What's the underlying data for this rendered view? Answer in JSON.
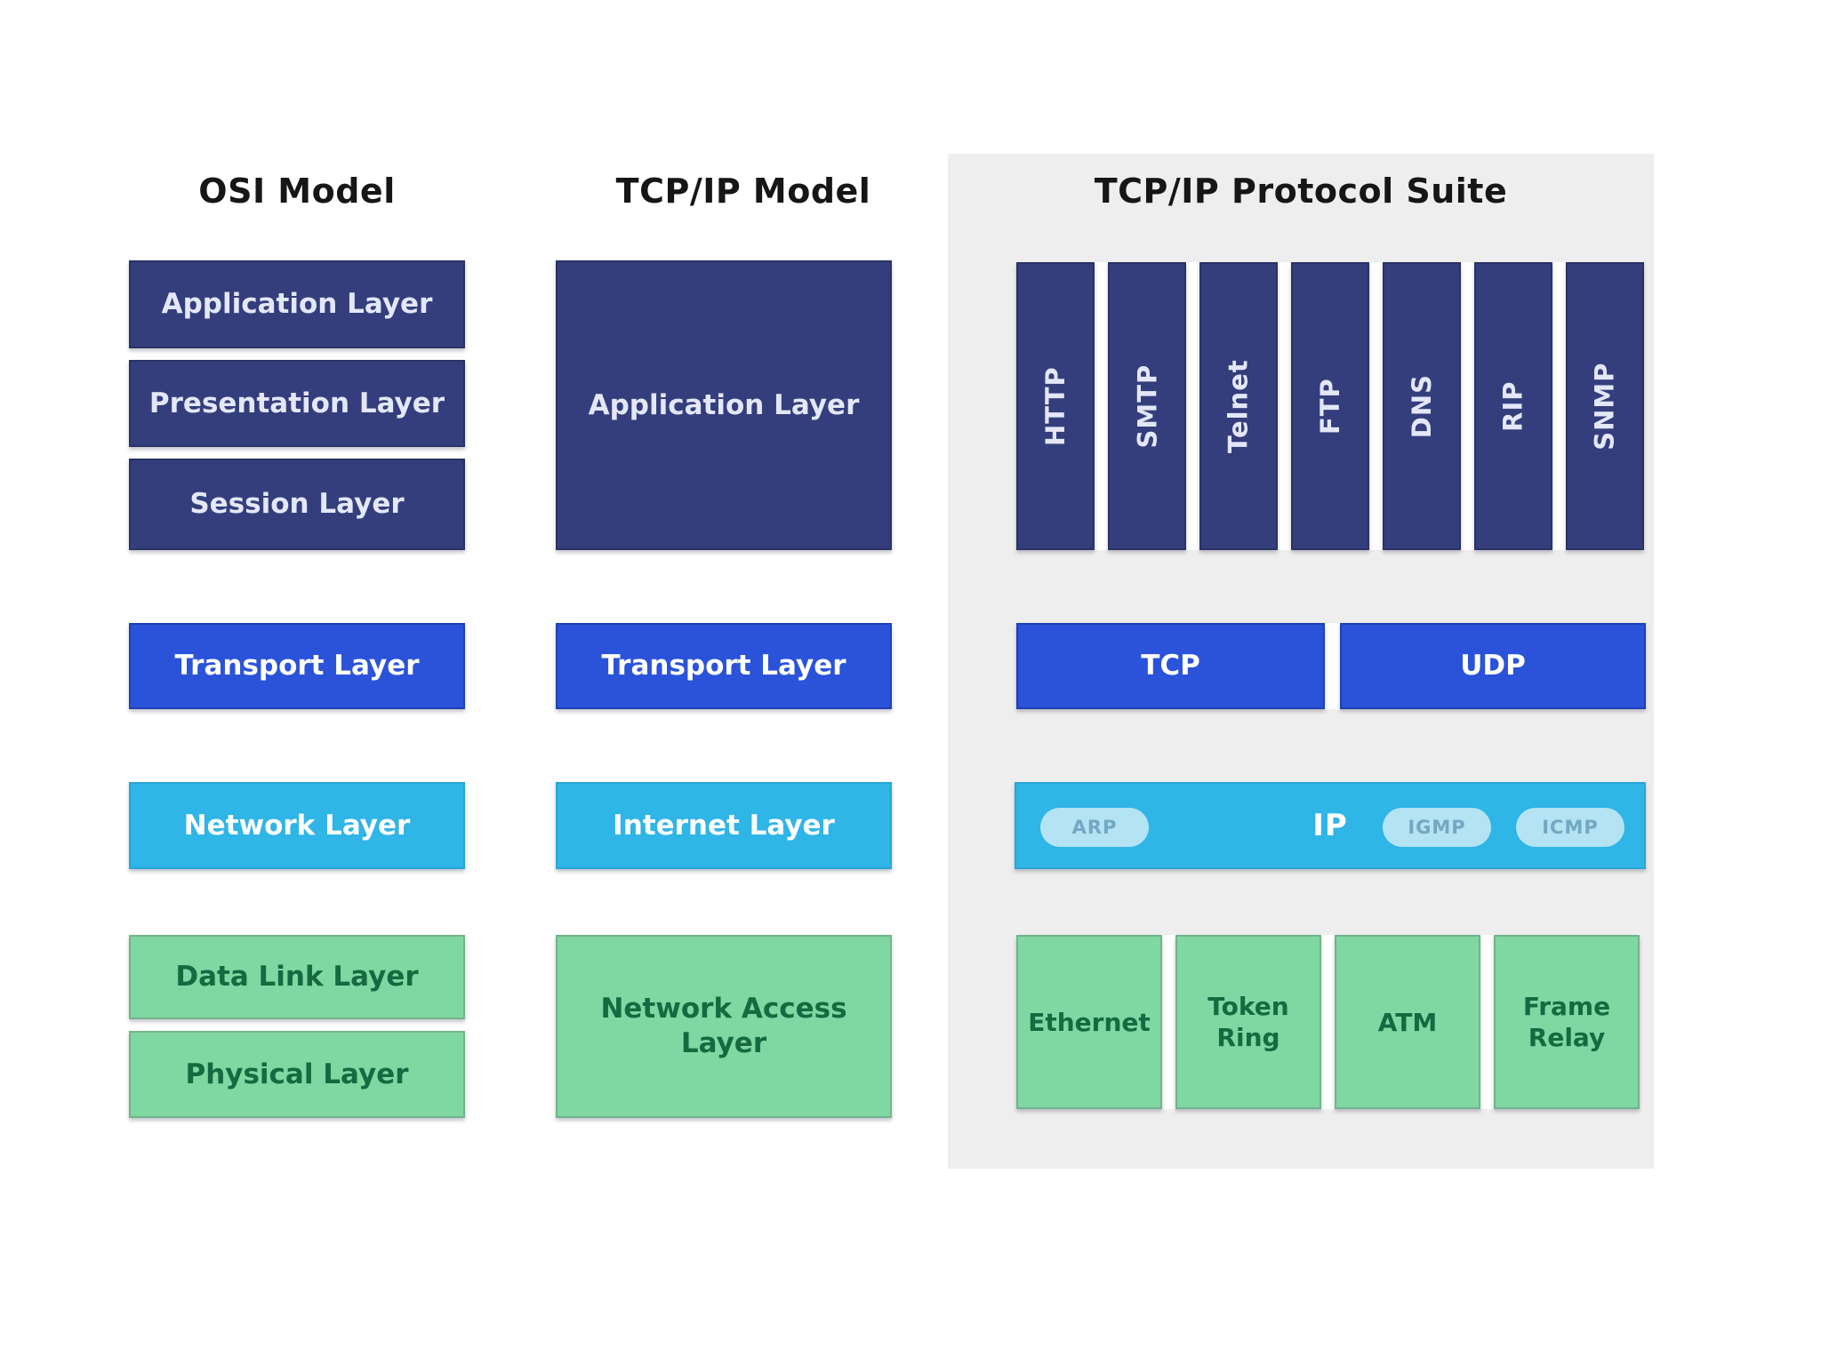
{
  "colors": {
    "navy": "#343e7c",
    "blue": "#2a53d9",
    "cyan": "#2fb5e6",
    "green": "#7fd7a2",
    "green_text": "#156a40",
    "panel_bg": "#efeeee",
    "pill_bg": "#b4e3f3",
    "pill_text": "#73a8c2",
    "title_text": "#161616",
    "navy_text": "#e3e7f7"
  },
  "titles": {
    "osi": "OSI Model",
    "tcpip_model": "TCP/IP Model",
    "protocol_suite": "TCP/IP Protocol Suite"
  },
  "osi_model": {
    "layers": [
      {
        "label": "Application Layer"
      },
      {
        "label": "Presentation Layer"
      },
      {
        "label": "Session Layer"
      },
      {
        "label": "Transport Layer"
      },
      {
        "label": "Network Layer"
      },
      {
        "label": "Data Link Layer"
      },
      {
        "label": "Physical Layer"
      }
    ]
  },
  "tcpip_model": {
    "layers": [
      {
        "label": "Application Layer"
      },
      {
        "label": "Transport Layer"
      },
      {
        "label": "Internet Layer"
      },
      {
        "label": "Network Access Layer"
      }
    ]
  },
  "protocol_suite": {
    "application_protocols": [
      "HTTP",
      "SMTP",
      "Telnet",
      "FTP",
      "DNS",
      "RIP",
      "SNMP"
    ],
    "transport_protocols": [
      "TCP",
      "UDP"
    ],
    "internet_row": {
      "main": "IP",
      "side_protocols": [
        "ARP",
        "IGMP",
        "ICMP"
      ]
    },
    "link_technologies": [
      "Ethernet",
      "Token Ring",
      "ATM",
      "Frame Relay"
    ]
  }
}
